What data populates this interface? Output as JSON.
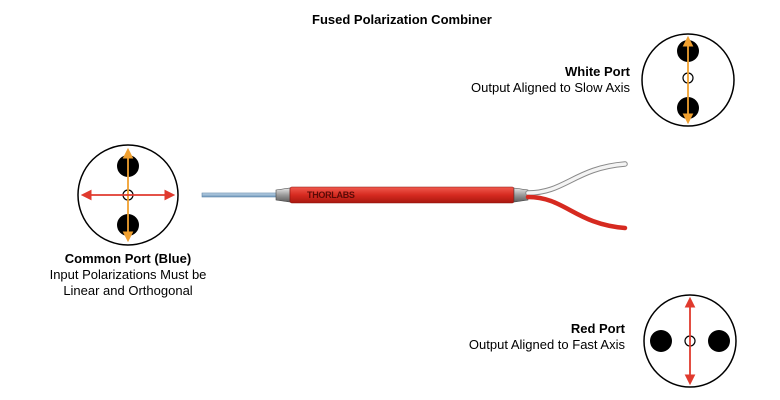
{
  "title": "Fused Polarization Combiner",
  "brand_mark": "THORLABS",
  "common_port": {
    "title": "Common Port (Blue)",
    "line1": "Input Polarizations Must be",
    "line2": "Linear and Orthogonal"
  },
  "white_port": {
    "title": "White Port",
    "line1": "Output Aligned to Slow Axis"
  },
  "red_port": {
    "title": "Red Port",
    "line1": "Output Aligned to Fast Axis"
  },
  "colors": {
    "arrow_orange": "#f0a030",
    "arrow_red": "#e03a2e",
    "fiber_red": "#d62a20",
    "fiber_blue": "#8fb3d1"
  }
}
